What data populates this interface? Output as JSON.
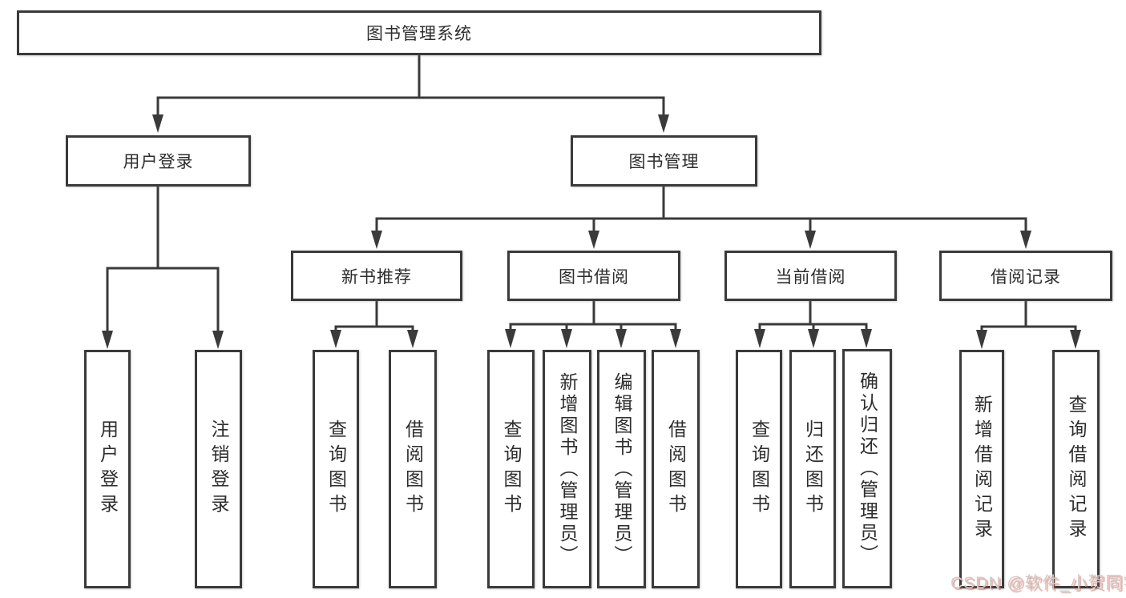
{
  "tree": {
    "root": {
      "label": "图书管理系统",
      "children": [
        {
          "label": "用户登录",
          "children": [
            {
              "label": "用户登录"
            },
            {
              "label": "注销登录"
            }
          ]
        },
        {
          "label": "图书管理",
          "children": [
            {
              "label": "新书推荐",
              "children": [
                {
                  "label": "查询图书"
                },
                {
                  "label": "借阅图书"
                }
              ]
            },
            {
              "label": "图书借阅",
              "children": [
                {
                  "label": "查询图书"
                },
                {
                  "label": "新增图书（管理员）"
                },
                {
                  "label": "编辑图书（管理员）"
                },
                {
                  "label": "借阅图书"
                }
              ]
            },
            {
              "label": "当前借阅",
              "children": [
                {
                  "label": "查询图书"
                },
                {
                  "label": "归还图书"
                },
                {
                  "label": "确认归还（管理员）"
                }
              ]
            },
            {
              "label": "借阅记录",
              "children": [
                {
                  "label": "新增借阅记录"
                },
                {
                  "label": "查询借阅记录"
                }
              ]
            }
          ]
        }
      ]
    }
  },
  "watermark": {
    "text": "CSDN @软件_小贺同学"
  },
  "colors": {
    "line": "#3a3a3a",
    "box_border": "#3a3a3a",
    "box_fill": "#ffffff",
    "text": "#2d2d2d",
    "watermark_text": "#cccccc",
    "watermark_shadow": "#d6503c"
  }
}
